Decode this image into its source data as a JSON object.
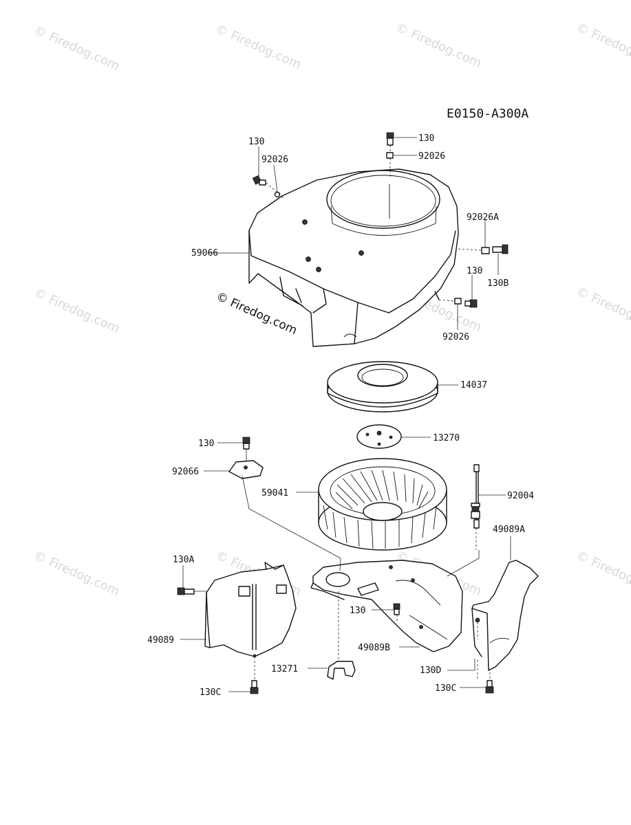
{
  "diagram_code": "E0150-A300A",
  "watermark": "© Firedog.com",
  "center_watermark": "© Firedog.com",
  "part_labels": {
    "p130_top": "130",
    "p92026_top": "92026",
    "p130_left": "130",
    "p92026_left": "92026",
    "p92026A": "92026A",
    "p59066": "59066",
    "p130_right": "130",
    "p130B": "130B",
    "p92026_right": "92026",
    "p14037": "14037",
    "p13270": "13270",
    "p130_mid": "130",
    "p92066": "92066",
    "p59041": "59041",
    "p92004": "92004",
    "p49089A": "49089A",
    "p130A": "130A",
    "p49089": "49089",
    "p130_lower": "130",
    "p49089B": "49089B",
    "p13271": "13271",
    "p130D": "130D",
    "p130C_left": "130C",
    "p130C_right": "130C"
  }
}
